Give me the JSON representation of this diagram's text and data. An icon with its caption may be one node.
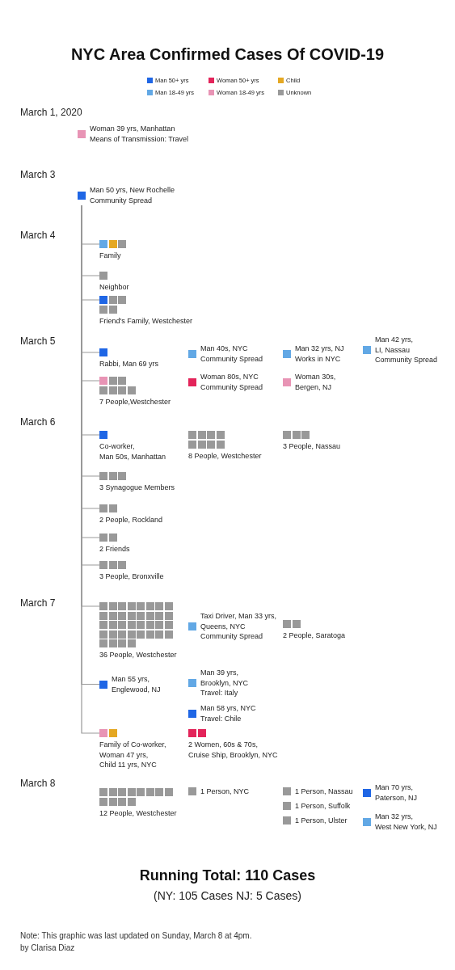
{
  "diagram": {
    "title": "NYC Area Confirmed Cases Of COVID-19",
    "nodes": [
      {
        "text": [
          "Woman 39 yrs, Manhattan",
          "Means of Transmission: Travel"
        ]
      },
      {
        "text": [
          "Man 50 yrs, New Rochelle",
          "Community Spread"
        ]
      },
      {
        "text": [
          "Family"
        ]
      },
      {
        "text": [
          "Neighbor"
        ]
      },
      {
        "text": [
          "Friend's Family, Westchester"
        ]
      },
      {
        "text": [
          "Rabbi, Man 69 yrs"
        ]
      },
      {
        "text": [
          "Man 40s, NYC",
          "Community Spread"
        ]
      },
      {
        "text": [
          "Man 32 yrs, NJ",
          "Works in NYC"
        ]
      },
      {
        "text": [
          "Man 42 yrs,",
          "LI, Nassau",
          "Community Spread"
        ]
      },
      {
        "text": [
          "7 People,Westchester"
        ]
      },
      {
        "text": [
          "Woman 80s, NYC",
          "Community Spread"
        ]
      },
      {
        "text": [
          "Woman 30s,",
          "Bergen, NJ"
        ]
      },
      {
        "text": [
          "Co-worker,",
          "Man 50s, Manhattan"
        ]
      },
      {
        "text": [
          "8 People, Westchester"
        ]
      },
      {
        "text": [
          "3 People, Nassau"
        ]
      },
      {
        "text": [
          "3 Synagogue Members"
        ]
      },
      {
        "text": [
          "2 People, Rockland"
        ]
      },
      {
        "text": [
          "2 Friends"
        ]
      },
      {
        "text": [
          "3 People, Bronxville"
        ]
      },
      {
        "text": [
          "36 People, Westchester"
        ]
      },
      {
        "text": [
          "Taxi Driver, Man 33 yrs,",
          "Queens, NYC",
          "Community Spread"
        ]
      },
      {
        "text": [
          "2 People, Saratoga"
        ]
      },
      {
        "text": [
          "Man 55 yrs,",
          "Englewood, NJ"
        ]
      },
      {
        "text": [
          "Man 39 yrs,",
          "Brooklyn, NYC",
          "Travel: Italy"
        ]
      },
      {
        "text": [
          "Man 58 yrs, NYC",
          "Travel: Chile"
        ]
      },
      {
        "text": [
          "Family of Co-worker,",
          "Woman 47 yrs,",
          "Child 11 yrs, NYC"
        ]
      },
      {
        "text": [
          "2 Women, 60s & 70s,",
          "Cruise Ship, Brooklyn, NYC"
        ]
      },
      {
        "text": [
          "12 People, Westchester"
        ]
      },
      {
        "text": [
          "1 Person, NYC"
        ]
      },
      {
        "text": [
          "1 Person, Nassau"
        ]
      },
      {
        "text": [
          "1 Person, Suffolk"
        ]
      },
      {
        "text": [
          "1 Person, Ulster"
        ]
      },
      {
        "text": [
          "Man 70 yrs,",
          "Paterson, NJ"
        ]
      },
      {
        "text": [
          "Man 32 yrs,",
          "West New York, NJ"
        ]
      }
    ],
    "edges": [
      {
        "from": 1,
        "to": 2,
        "arrow": "none"
      },
      {
        "from": 1,
        "to": 3,
        "arrow": "none"
      },
      {
        "from": 1,
        "to": 4,
        "arrow": "none"
      },
      {
        "from": 1,
        "to": 5,
        "arrow": "none"
      },
      {
        "from": 1,
        "to": 9,
        "arrow": "none"
      },
      {
        "from": 1,
        "to": 12,
        "arrow": "none"
      },
      {
        "from": 1,
        "to": 15,
        "arrow": "none"
      },
      {
        "from": 1,
        "to": 16,
        "arrow": "none"
      },
      {
        "from": 1,
        "to": 17,
        "arrow": "none"
      },
      {
        "from": 1,
        "to": 18,
        "arrow": "none"
      },
      {
        "from": 1,
        "to": 19,
        "arrow": "none"
      },
      {
        "from": 1,
        "to": 22,
        "arrow": "none"
      },
      {
        "from": 1,
        "to": 25,
        "arrow": "none"
      }
    ],
    "labels": [
      "March 1, 2020",
      "March 3",
      "March 4",
      "March 5",
      "March 6",
      "March 7",
      "March 8",
      "Running Total: 110 Cases",
      "(NY: 105 Cases NJ: 5 Cases)",
      "Note: This graphic was last updated on Sunday, March 8 at 4pm.",
      "by Clarisa Diaz"
    ],
    "legend": [
      {
        "text": "Man 50+ yrs",
        "color": "#1f66e5"
      },
      {
        "text": "Woman 50+ yrs",
        "color": "#e3245a"
      },
      {
        "text": "Child",
        "color": "#e5a823"
      },
      {
        "text": "Man 18-49 yrs",
        "color": "#62a8e5"
      },
      {
        "text": "Woman 18-49 yrs",
        "color": "#e894b5"
      },
      {
        "text": "Unknown",
        "color": "#999999"
      }
    ]
  }
}
